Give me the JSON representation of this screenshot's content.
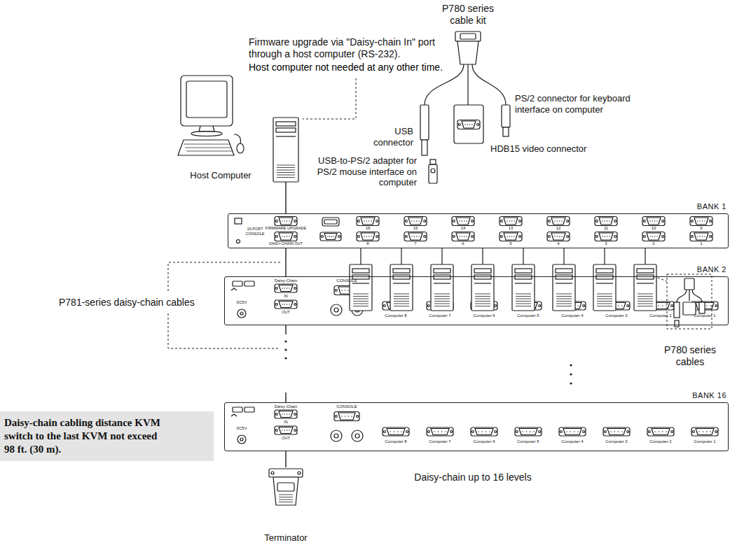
{
  "diagram": {
    "nodes": [
      {
        "text": [
          "Host Computer"
        ]
      },
      {
        "text": [
          "BANK 1"
        ]
      },
      {
        "text": [
          "BANK 2"
        ]
      },
      {
        "text": [
          "BANK 16"
        ]
      },
      {
        "text": [
          "Terminator"
        ]
      },
      {
        "text": [
          "Daisy-chain cabling distance KVM switch to the last KVM not exceed 98 ft. (30 m)."
        ]
      }
    ],
    "edges": [
      {
        "from": 0,
        "to": 1,
        "arrow": "none"
      },
      {
        "from": 1,
        "to": 2,
        "arrow": "none"
      },
      {
        "from": 2,
        "to": 3,
        "arrow": "none"
      },
      {
        "from": 3,
        "to": 4,
        "arrow": "none"
      }
    ],
    "labels": [
      "P780 series cable kit",
      "Firmware upgrade via \"Daisy-chain In\" port through a host computer (RS-232).",
      "Host computer not needed at any other time.",
      "PS/2 connector for keyboard interface on computer",
      "USB connector",
      "HDB15 video connector",
      "USB-to-PS/2 adapter for PS/2 mouse interface on computer",
      "P781-series daisy-chain cables",
      "P780 series cables",
      "Daisy-chain up to 16 levels",
      "FIRMWARE UPGRADE",
      "DAISY-CHAIN OUT",
      "16-PORT CONSOLE",
      "16",
      "15",
      "14",
      "13",
      "12",
      "11",
      "10",
      "9",
      "8",
      "7",
      "6",
      "5",
      "4",
      "3",
      "2",
      "1",
      "Daisy-Chain",
      "IN",
      "OUT",
      "CONSOLE",
      "DC5V",
      "Computer 8",
      "Computer 7",
      "Computer 6",
      "Computer 5",
      "Computer 4",
      "Computer 3",
      "Computer 2",
      "Computer 1",
      "Daisy-Chain",
      "IN",
      "OUT",
      "CONSOLE",
      "DC5V",
      "Computer 8",
      "Computer 7",
      "Computer 6",
      "Computer 5",
      "Computer 4",
      "Computer 3",
      "Computer 2",
      "Computer 1"
    ]
  }
}
